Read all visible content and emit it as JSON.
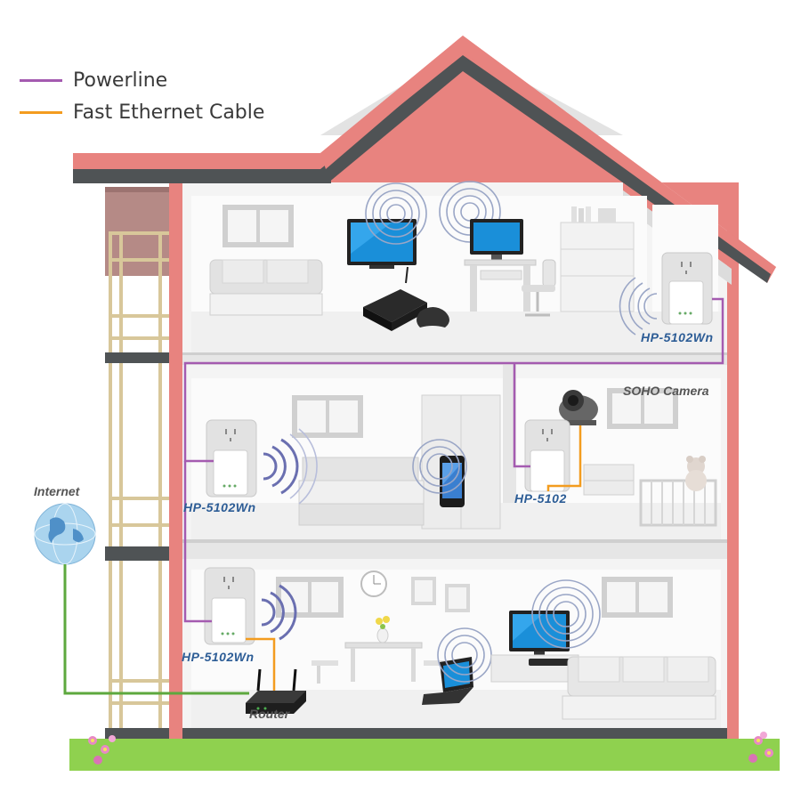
{
  "legend": {
    "items": [
      {
        "label": "Powerline",
        "color": "#a45bb0"
      },
      {
        "label": "Fast Ethernet Cable",
        "color": "#f39c1f"
      }
    ]
  },
  "labels": {
    "top_adapter": "HP-5102Wn",
    "camera": "SOHO Camera",
    "bedroom_adapter": "HP-5102Wn",
    "nursery_adapter": "HP-5102",
    "internet": "Internet",
    "ground_adapter": "HP-5102Wn",
    "router": "Router"
  },
  "colors": {
    "wall": "#e8837f",
    "roof": "#e07d79",
    "powerline": "#a45bb0",
    "ethernet": "#f39c1f",
    "internet_line": "#5da83e",
    "grass": "#8fd14f",
    "floor": "#4f5355"
  }
}
